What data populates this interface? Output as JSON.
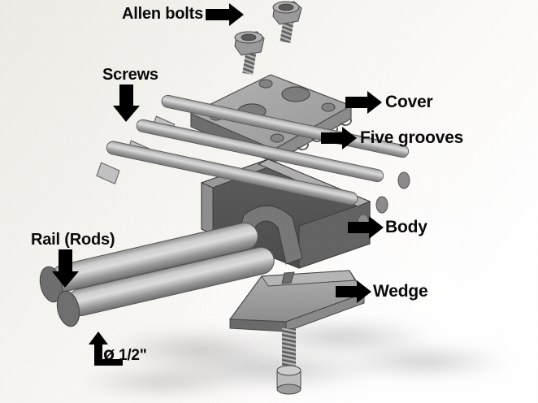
{
  "figure": {
    "type": "exploded-assembly-cad-diagram",
    "subject": "Linear rail carriage assembly (exploded view)",
    "background_colors": [
      "#efebe6",
      "#f4f2ee",
      "#ffffff"
    ],
    "label_color": "#0a0a0a",
    "metal_colors": {
      "light": "#c9c9c9",
      "mid": "#a8a8a8",
      "dark": "#707070",
      "darkest": "#585858",
      "shadow": "#b9b9b9"
    }
  },
  "labels": {
    "allen_bolts": "Allen bolts",
    "screws": "Screws",
    "cover": "Cover",
    "five_grooves": "Five grooves",
    "body": "Body",
    "wedge": "Wedge",
    "rail": "Rail (Rods)",
    "diameter_symbol": "ø",
    "diameter_value": "1/2\""
  },
  "callouts": [
    {
      "name": "allen-bolts",
      "label": "Allen bolts",
      "arrow": "right",
      "target": "socket head cap screws at top"
    },
    {
      "name": "screws",
      "label": "Screws",
      "arrow": "down",
      "target": "three long set screws"
    },
    {
      "name": "cover",
      "label": "Cover",
      "arrow": "right",
      "target": "top cover plate"
    },
    {
      "name": "five-grooves",
      "label": "Five grooves",
      "arrow": "right",
      "target": "scalloped grooves on cover edge"
    },
    {
      "name": "body",
      "label": "Body",
      "arrow": "right",
      "target": "main carriage body block"
    },
    {
      "name": "wedge",
      "label": "Wedge",
      "arrow": "right",
      "target": "trapezoidal wedge block"
    },
    {
      "name": "rail",
      "label": "Rail (Rods)",
      "arrow": "down",
      "target": "two parallel cylindrical rods"
    },
    {
      "name": "rod-diameter",
      "label": "ø 1/2\"",
      "arrow": "up",
      "target": "rod end face diameter dimension"
    }
  ],
  "parts": [
    {
      "name": "allen-bolt-upper",
      "count": 1,
      "description": "socket head cap screw, hex socket, threaded shank"
    },
    {
      "name": "allen-bolt-lower",
      "count": 1,
      "description": "socket head cap screw, hex socket, threaded shank"
    },
    {
      "name": "allen-bolt-bottom",
      "count": 1,
      "description": "inverted socket head cap screw below wedge"
    },
    {
      "name": "screws",
      "count": 3,
      "description": "long set screws with flat ground tips"
    },
    {
      "name": "cover-plate",
      "count": 1,
      "description": "rectangular plate, 2 large bores, 4 small corner holes, five grooves on front edge"
    },
    {
      "name": "body-block",
      "count": 1,
      "description": "carriage body with arched underside cutout"
    },
    {
      "name": "wedge",
      "count": 1,
      "description": "trapezoidal wedge with top notch"
    },
    {
      "name": "rail-rods",
      "count": 2,
      "description": "parallel cylindrical rods, 1/2 inch diameter"
    }
  ],
  "details": {
    "groove_count": 5,
    "cover_large_holes": 2,
    "cover_small_holes": 4,
    "rod_count": 2,
    "screw_count": 3,
    "rod_diameter": "1/2\""
  }
}
